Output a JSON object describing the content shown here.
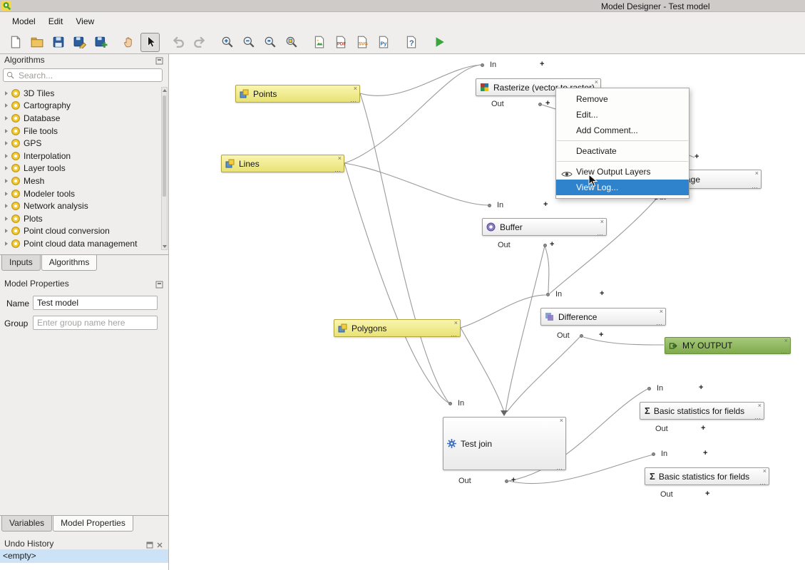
{
  "window": {
    "title": "Model Designer - Test model"
  },
  "menubar": {
    "items": [
      "Model",
      "Edit",
      "View"
    ]
  },
  "toolbar": {
    "icons": [
      "new-model",
      "open-model",
      "save-model",
      "save-model-as",
      "save-model-in-project",
      "pan-tool",
      "select-tool",
      "undo",
      "redo",
      "zoom-in",
      "zoom-out",
      "zoom-actual",
      "zoom-full",
      "export-as-image",
      "export-as-pdf",
      "export-as-svg",
      "export-as-script",
      "edit-model-help",
      "run-model"
    ]
  },
  "algorithms_panel": {
    "title": "Algorithms",
    "search_placeholder": "Search...",
    "items": [
      "3D Tiles",
      "Cartography",
      "Database",
      "File tools",
      "GPS",
      "Interpolation",
      "Layer tools",
      "Mesh",
      "Modeler tools",
      "Network analysis",
      "Plots",
      "Point cloud conversion",
      "Point cloud data management"
    ]
  },
  "dock_tabs": {
    "inputs": "Inputs",
    "algorithms": "Algorithms"
  },
  "model_properties": {
    "title": "Model Properties",
    "name_label": "Name",
    "name_value": "Test model",
    "group_label": "Group",
    "group_placeholder": "Enter group name here"
  },
  "bottom_tabs": {
    "variables": "Variables",
    "model_properties": "Model Properties"
  },
  "undo_history": {
    "title": "Undo History",
    "entries": [
      "<empty>"
    ]
  },
  "canvas": {
    "ports": {
      "in": "In",
      "out": "Out"
    },
    "nodes": {
      "points": "Points",
      "lines": "Lines",
      "polygons": "Polygons",
      "rasterize": "Rasterize (vector to raster)",
      "buffer": "Buffer",
      "difference": "Difference",
      "test_join": "Test join",
      "stats1": "Basic statistics for fields",
      "stats2": "Basic statistics for fields",
      "partial": "sage",
      "my_output": "MY OUTPUT"
    }
  },
  "context_menu": {
    "items": [
      "Remove",
      "Edit...",
      "Add Comment...",
      "Deactivate",
      "View Output Layers",
      "View Log..."
    ],
    "highlighted": "View Log..."
  },
  "icons": {
    "plus": "+",
    "close": "×",
    "dots": "…",
    "sigma": "Σ"
  }
}
